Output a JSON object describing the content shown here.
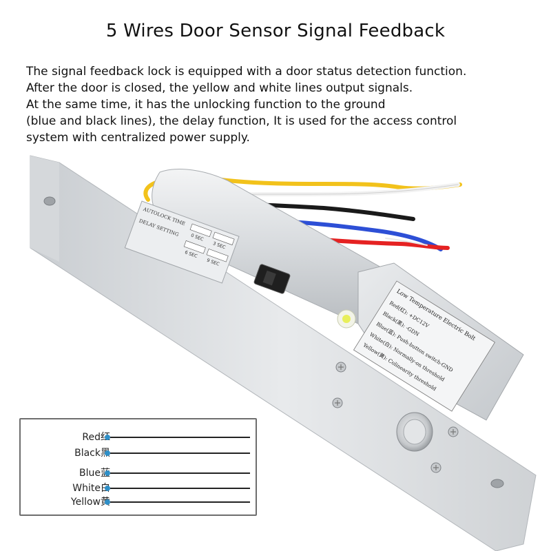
{
  "title": "5 Wires Door Sensor Signal Feedback",
  "description": [
    "The signal feedback lock is equipped with a door status detection function.",
    "After the door is closed, the yellow and white lines output signals.",
    "At the same time, it has the unlocking function to the ground",
    "(blue and black lines), the delay function, It is used for the access control",
    "system with centralized power supply."
  ],
  "device": {
    "panel_lines": [
      "AUTOLOCK TIME",
      "DELAY SETTING",
      "0 SEC",
      "3 SEC",
      "6 SEC",
      "9 SEC"
    ],
    "label_title": "Low Temperature Electric Bolt",
    "label_lines": [
      "Red(红): +DC12V",
      "Black(黑): -GDN",
      "Blue(蓝): Push-button switch-GND",
      "White(白): Normally-on threshold",
      "Yellow(黄): Colinearity threshold"
    ]
  },
  "legend": [
    {
      "label": "Red红"
    },
    {
      "label": "Black黑"
    },
    {
      "label": "Blue蓝"
    },
    {
      "label": "White白"
    },
    {
      "label": "Yellow黄"
    }
  ],
  "colors": {
    "legend_dot": "#2f8fc7",
    "legend_border": "#6d6d6d",
    "wire_red": "#e52222",
    "wire_black": "#1a1a1a",
    "wire_blue": "#2d4fd6",
    "wire_white": "#f2f2f2",
    "wire_yellow": "#f2c21b",
    "aluminium": "#d9dcdf"
  }
}
